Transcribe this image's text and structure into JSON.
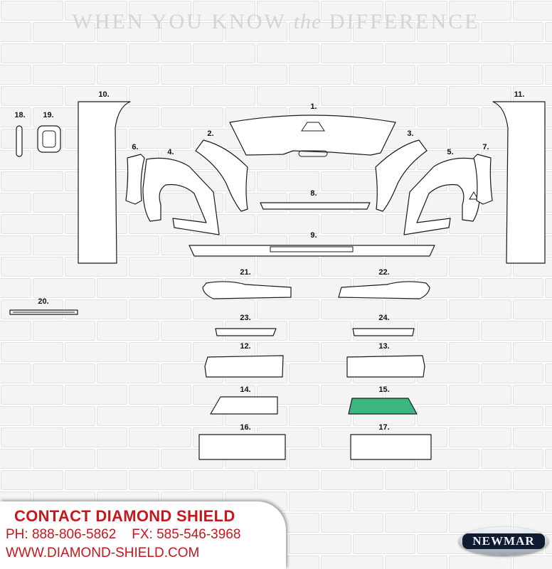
{
  "header": {
    "tagline_pre": "WHEN YOU KNOW",
    "tagline_em": "the",
    "tagline_post": "DIFFERENCE"
  },
  "parts": {
    "p1": "1.",
    "p2": "2.",
    "p3": "3.",
    "p4": "4.",
    "p5": "5.",
    "p6": "6.",
    "p7": "7.",
    "p8": "8.",
    "p9": "9.",
    "p10": "10.",
    "p11": "11.",
    "p12": "12.",
    "p13": "13.",
    "p14": "14.",
    "p15": "15.",
    "p16": "16.",
    "p17": "17.",
    "p18": "18.",
    "p19": "19.",
    "p20": "20.",
    "p21": "21.",
    "p22": "22.",
    "p23": "23.",
    "p24": "24."
  },
  "highlighted_part": "15.",
  "highlight_color": "#3cb57f",
  "contact": {
    "title": "CONTACT DIAMOND SHIELD",
    "phone": "PH: 888-806-5862",
    "fax": "FX: 585-546-3968",
    "website": "WWW.DIAMOND-SHIELD.COM",
    "text_color": "#c8161d"
  },
  "brand": {
    "logo_text": "NEWMAR"
  }
}
